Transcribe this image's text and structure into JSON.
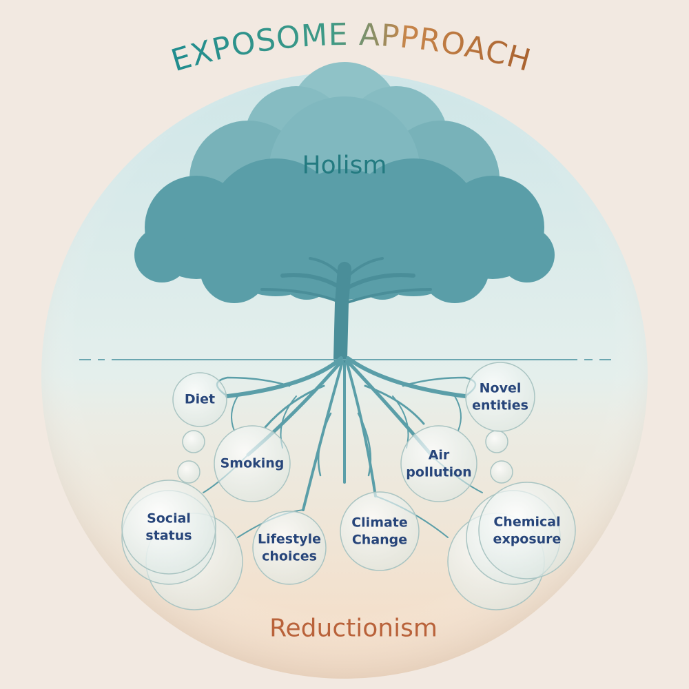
{
  "title": "EXPOSOME APPROACH",
  "top_label": "Holism",
  "bottom_label": "Reductionism",
  "factors": [
    {
      "id": "diet",
      "label": "Diet"
    },
    {
      "id": "novel-entities",
      "label": "Novel\nentities"
    },
    {
      "id": "smoking",
      "label": "Smoking"
    },
    {
      "id": "air-pollution",
      "label": "Air\npollution"
    },
    {
      "id": "social-status",
      "label": "Social\nstatus"
    },
    {
      "id": "lifestyle-choices",
      "label": "Lifestyle\nchoices"
    },
    {
      "id": "climate-change",
      "label": "Climate\nChange"
    },
    {
      "id": "chemical-exposure",
      "label": "Chemical\nexposure"
    }
  ],
  "colors": {
    "title_start": "#1f8c8f",
    "title_end": "#b2692f",
    "holism": "#237a80",
    "reductionism": "#b9623a",
    "tree": "#5a9ea8",
    "factor_text": "#27457a"
  }
}
